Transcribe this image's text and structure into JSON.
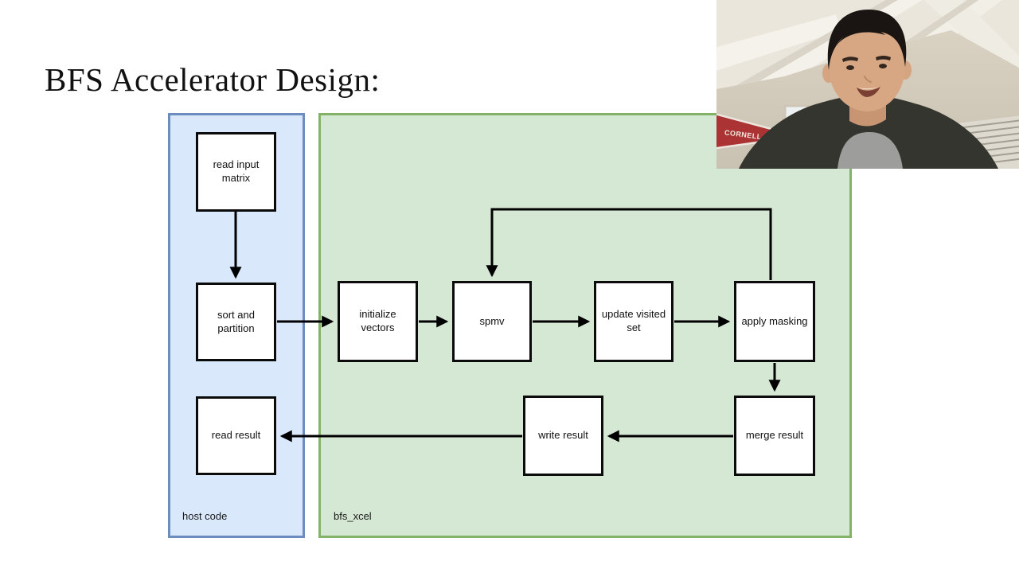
{
  "slide": {
    "title": "BFS Accelerator Design:"
  },
  "diagram": {
    "regions": [
      {
        "id": "host",
        "label": "host code",
        "fill": "#dae8fc",
        "border": "#6c8ebf"
      },
      {
        "id": "xcel",
        "label": "bfs_xcel",
        "fill": "#d5e8d4",
        "border": "#82b366"
      }
    ],
    "nodes": [
      {
        "id": "read-input-matrix",
        "label": "read input matrix",
        "region": "host"
      },
      {
        "id": "sort-and-partition",
        "label": "sort and partition",
        "region": "host"
      },
      {
        "id": "read-result",
        "label": "read result",
        "region": "host"
      },
      {
        "id": "initialize-vectors",
        "label": "initialize vectors",
        "region": "xcel"
      },
      {
        "id": "spmv",
        "label": "spmv",
        "region": "xcel"
      },
      {
        "id": "update-visited-set",
        "label": "update visited set",
        "region": "xcel"
      },
      {
        "id": "apply-masking",
        "label": "apply masking",
        "region": "xcel"
      },
      {
        "id": "merge-result",
        "label": "merge result",
        "region": "xcel"
      },
      {
        "id": "write-result",
        "label": "write result",
        "region": "xcel"
      }
    ],
    "edges": [
      {
        "from": "read-input-matrix",
        "to": "sort-and-partition"
      },
      {
        "from": "sort-and-partition",
        "to": "initialize-vectors"
      },
      {
        "from": "initialize-vectors",
        "to": "spmv"
      },
      {
        "from": "spmv",
        "to": "update-visited-set"
      },
      {
        "from": "update-visited-set",
        "to": "apply-masking"
      },
      {
        "from": "apply-masking",
        "to": "spmv",
        "kind": "feedback-loop"
      },
      {
        "from": "apply-masking",
        "to": "merge-result"
      },
      {
        "from": "merge-result",
        "to": "write-result"
      },
      {
        "from": "write-result",
        "to": "read-result"
      }
    ],
    "colors": {
      "node_fill": "#ffffff",
      "node_border": "#0b0b0b",
      "arrow": "#000000"
    }
  },
  "webcam": {
    "description": "speaker video feed, person in dark hoodie in room with beamed ceiling",
    "pennant_text": "CORNELL"
  }
}
